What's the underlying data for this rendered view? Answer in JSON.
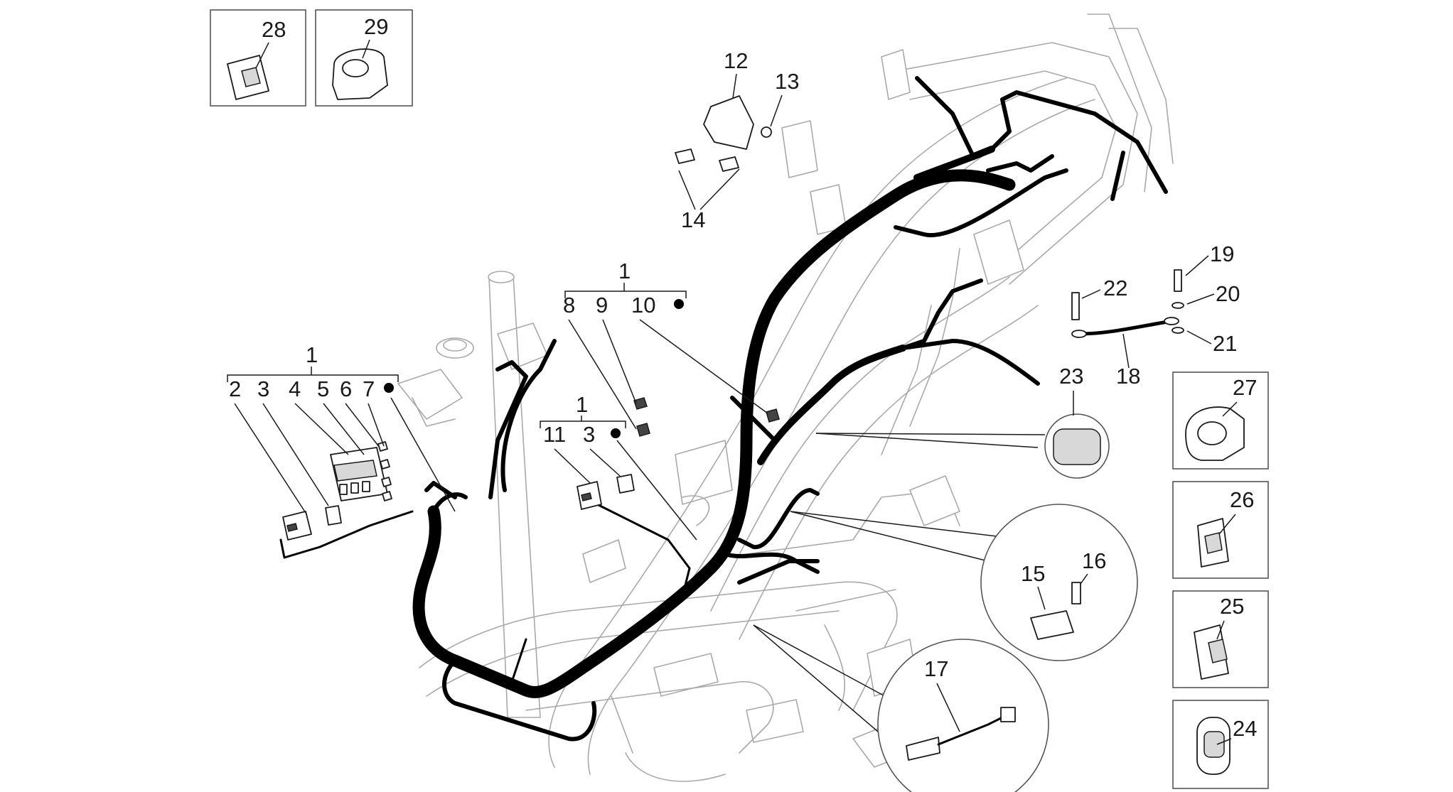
{
  "callouts": {
    "n1a": "1",
    "n1b": "1",
    "n1c": "1",
    "n2": "2",
    "n3a": "3",
    "n3b": "3",
    "n4": "4",
    "n5": "5",
    "n6": "6",
    "n7": "7",
    "n8": "8",
    "n9": "9",
    "n10": "10",
    "n11": "11",
    "n12": "12",
    "n13": "13",
    "n14": "14",
    "n15": "15",
    "n16": "16",
    "n17": "17",
    "n18": "18",
    "n19": "19",
    "n20": "20",
    "n21": "21",
    "n22": "22",
    "n23": "23",
    "n24": "24",
    "n25": "25",
    "n26": "26",
    "n27": "27",
    "n28": "28",
    "n29": "29"
  },
  "colors": {
    "harness": "#000000",
    "frame_outline": "#a9a9a9",
    "callout_text": "#1a1a1a",
    "box_border": "#555555"
  }
}
